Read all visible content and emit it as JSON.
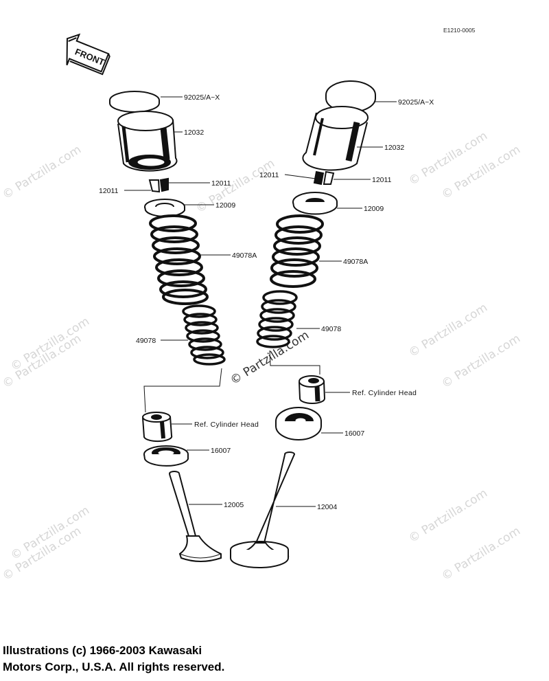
{
  "diagram_code": "E1210-0005",
  "front_label": "FRONT",
  "watermark_text": "© Partzilla.com",
  "center_watermark_text": "© Partzilla.com",
  "left_assembly": {
    "labels": {
      "shim": "92025/A~X",
      "tappet": "12032",
      "keeper_right": "12011",
      "keeper_left": "12011",
      "retainer": "12009",
      "outer_spring": "49078A",
      "inner_spring": "49078",
      "guide": "Ref.  Cylinder Head",
      "oil_seal": "16007",
      "valve": "12005"
    }
  },
  "right_assembly": {
    "labels": {
      "shim": "92025/A~X",
      "tappet": "12032",
      "keeper_left": "12011",
      "keeper_right": "12011",
      "retainer": "12009",
      "outer_spring": "49078A",
      "inner_spring": "49078",
      "guide": "Ref.  Cylinder Head",
      "oil_seal": "16007",
      "valve": "12004"
    }
  },
  "copyright": {
    "line1": "Illustrations (c) 1966-2003 Kawasaki",
    "line2": "Motors Corp., U.S.A.  All rights reserved."
  }
}
